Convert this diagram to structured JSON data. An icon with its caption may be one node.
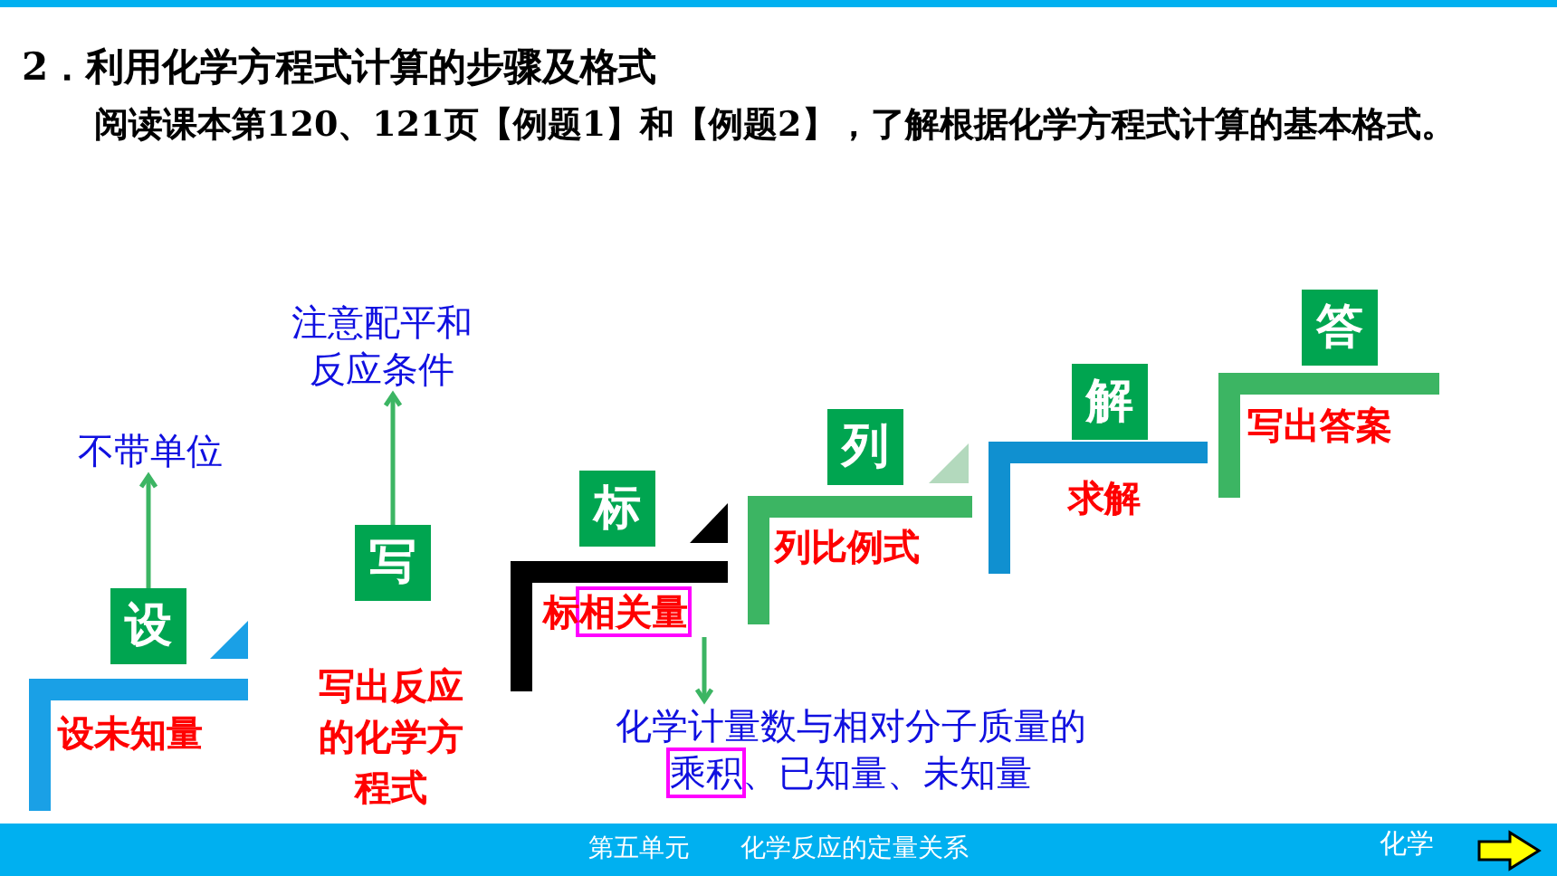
{
  "diagram": {
    "title": "2．利用化学方程式计算的步骤及格式",
    "nodes": [
      {
        "text": [
          "设"
        ]
      },
      {
        "text": [
          "设未知量"
        ]
      },
      {
        "text": [
          "不带单位"
        ]
      },
      {
        "text": [
          "写"
        ]
      },
      {
        "text": [
          "写出反应的化学方程式"
        ]
      },
      {
        "text": [
          "注意配平和反应条件"
        ]
      },
      {
        "text": [
          "标"
        ]
      },
      {
        "text": [
          "标相关量"
        ]
      },
      {
        "text": [
          "化学计量数与相对分子质量的乘积、已知量、未知量"
        ]
      },
      {
        "text": [
          "列"
        ]
      },
      {
        "text": [
          "列比例式"
        ]
      },
      {
        "text": [
          "解"
        ]
      },
      {
        "text": [
          "求解"
        ]
      },
      {
        "text": [
          "答"
        ]
      },
      {
        "text": [
          "写出答案"
        ]
      }
    ],
    "edges": [
      {
        "from": 0,
        "to": 2,
        "arrow": "to"
      },
      {
        "from": 3,
        "to": 5,
        "arrow": "to"
      },
      {
        "from": 7,
        "to": 8,
        "arrow": "to"
      }
    ],
    "labels": [
      "阅读课本第120、121页【例题1】和【例题2】，了解根据化学方程式计算的基本格式。",
      "第五单元　　化学反应的定量关系",
      "化学"
    ]
  }
}
